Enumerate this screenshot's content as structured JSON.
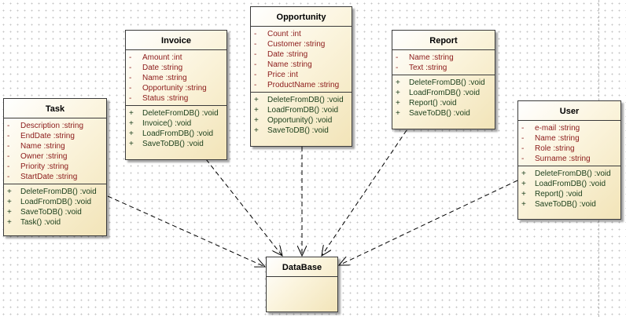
{
  "classes": {
    "task": {
      "name": "Task",
      "attributes": [
        {
          "vis": "-",
          "text": "Description  :string"
        },
        {
          "vis": "-",
          "text": "EndDate  :string"
        },
        {
          "vis": "-",
          "text": "Name  :string"
        },
        {
          "vis": "-",
          "text": "Owner  :string"
        },
        {
          "vis": "-",
          "text": "Priority  :string"
        },
        {
          "vis": "-",
          "text": "StartDate  :string"
        }
      ],
      "operations": [
        {
          "vis": "+",
          "text": "DeleteFromDB()  :void"
        },
        {
          "vis": "+",
          "text": "LoadFromDB()  :void"
        },
        {
          "vis": "+",
          "text": "SaveToDB()  :void"
        },
        {
          "vis": "+",
          "text": "Task()  :void"
        }
      ]
    },
    "invoice": {
      "name": "Invoice",
      "attributes": [
        {
          "vis": "-",
          "text": "Amount  :int"
        },
        {
          "vis": "-",
          "text": "Date  :string"
        },
        {
          "vis": "-",
          "text": "Name  :string"
        },
        {
          "vis": "-",
          "text": "Opportunity  :string"
        },
        {
          "vis": "-",
          "text": "Status  :string"
        }
      ],
      "operations": [
        {
          "vis": "+",
          "text": "DeleteFromDB()  :void"
        },
        {
          "vis": "+",
          "text": "Invoice()  :void"
        },
        {
          "vis": "+",
          "text": "LoadFromDB()  :void"
        },
        {
          "vis": "+",
          "text": "SaveToDB()  :void"
        }
      ]
    },
    "opportunity": {
      "name": "Opportunity",
      "attributes": [
        {
          "vis": "-",
          "text": "Count  :int"
        },
        {
          "vis": "-",
          "text": "Customer  :string"
        },
        {
          "vis": "-",
          "text": "Date  :string"
        },
        {
          "vis": "-",
          "text": "Name  :string"
        },
        {
          "vis": "-",
          "text": "Price  :int"
        },
        {
          "vis": "-",
          "text": "ProductName  :string"
        }
      ],
      "operations": [
        {
          "vis": "+",
          "text": "DeleteFromDB()  :void"
        },
        {
          "vis": "+",
          "text": "LoadFromDB()  :void"
        },
        {
          "vis": "+",
          "text": "Opportunity()  :void"
        },
        {
          "vis": "+",
          "text": "SaveToDB()  :void"
        }
      ]
    },
    "report": {
      "name": "Report",
      "attributes": [
        {
          "vis": "-",
          "text": "Name  :string"
        },
        {
          "vis": "-",
          "text": "Text  :string"
        }
      ],
      "operations": [
        {
          "vis": "+",
          "text": "DeleteFromDB()  :void"
        },
        {
          "vis": "+",
          "text": "LoadFromDB()  :void"
        },
        {
          "vis": "+",
          "text": "Report()  :void"
        },
        {
          "vis": "+",
          "text": "SaveToDB()  :void"
        }
      ]
    },
    "user": {
      "name": "User",
      "attributes": [
        {
          "vis": "-",
          "text": "e-mail  :string"
        },
        {
          "vis": "-",
          "text": "Name  :string"
        },
        {
          "vis": "-",
          "text": "Role  :string"
        },
        {
          "vis": "-",
          "text": "Surname  :string"
        }
      ],
      "operations": [
        {
          "vis": "+",
          "text": "DeleteFromDB()  :void"
        },
        {
          "vis": "+",
          "text": "LoadFromDB()  :void"
        },
        {
          "vis": "+",
          "text": "Report()  :void"
        },
        {
          "vis": "+",
          "text": "SaveToDB()  :void"
        }
      ]
    },
    "database": {
      "name": "DataBase",
      "attributes": [],
      "operations": []
    }
  },
  "dependencies": [
    {
      "from": "task",
      "to": "database"
    },
    {
      "from": "invoice",
      "to": "database"
    },
    {
      "from": "opportunity",
      "to": "database"
    },
    {
      "from": "report",
      "to": "database"
    },
    {
      "from": "user",
      "to": "database"
    }
  ],
  "colors": {
    "attribute_text": "#8b1a1a",
    "operation_text": "#1a3e1a",
    "border": "#3a3a3a",
    "fill_light": "#fbf4dd",
    "fill_dark": "#f2e4b8"
  }
}
